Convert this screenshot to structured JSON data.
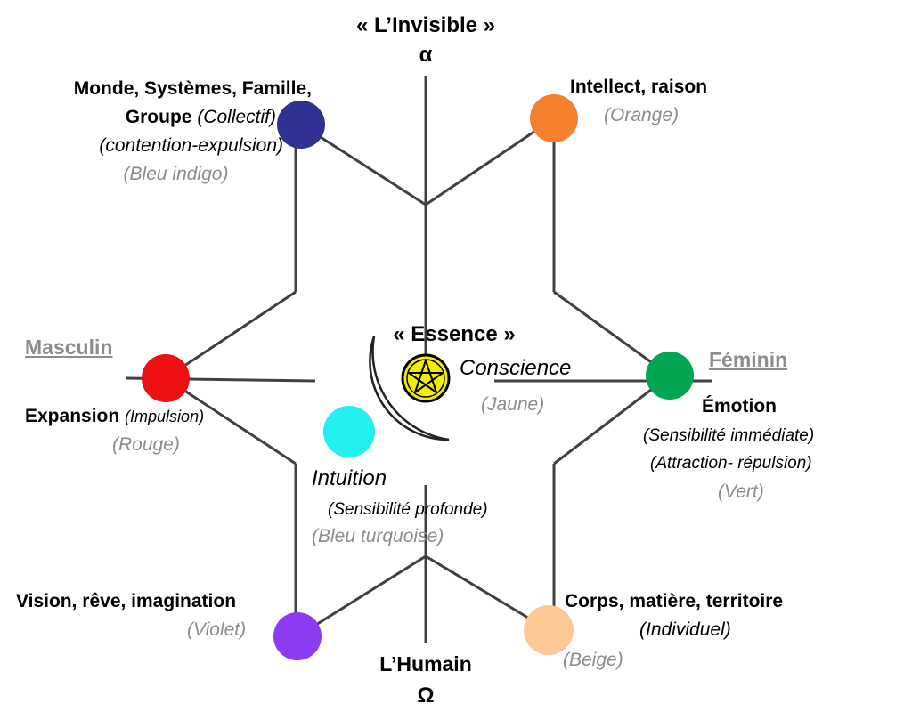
{
  "top": {
    "title": "« L’Invisible »",
    "symbol": "α"
  },
  "bottom": {
    "title": "L’Humain",
    "symbol": "Ω"
  },
  "center": {
    "title": "« Essence »"
  },
  "sides": {
    "left": "Masculin",
    "right": "Féminin"
  },
  "nodes": {
    "indigo": {
      "line1": "Monde, Systèmes, Famille,",
      "line2_bold": "Groupe",
      "line2_italic": "(Collectif)",
      "line3": "(contention-expulsion)",
      "color_label": "(Bleu indigo)",
      "color": "#2e3192"
    },
    "orange": {
      "label": "Intellect, raison",
      "color_label": "(Orange)",
      "color": "#f7802f"
    },
    "red": {
      "label": "Expansion",
      "sub": "(Impulsion)",
      "color_label": "(Rouge)",
      "color": "#ee1111"
    },
    "green": {
      "label": "Émotion",
      "sub1": "(Sensibilité immédiate)",
      "sub2": "(Attraction- répulsion)",
      "color_label": "(Vert)",
      "color": "#00a651"
    },
    "turquoise": {
      "label": "Intuition",
      "sub": "(Sensibilité profonde)",
      "color_label": "(Bleu turquoise)",
      "color": "#22f0f0"
    },
    "yellow": {
      "label": "Conscience",
      "color_label": "(Jaune)",
      "color": "#f2ee00"
    },
    "violet": {
      "label": "Vision, rêve, imagination",
      "color_label": "(Violet)",
      "color": "#8b3cf0"
    },
    "beige": {
      "label": "Corps, matière, territoire",
      "sub": "(Individuel)",
      "color_label": "(Beige)",
      "color": "#fcc995"
    }
  },
  "colors": {
    "line": "#404040",
    "grey_text": "#8c8c8c",
    "crescent": "#ffffff"
  },
  "icons": [
    "pentacle-icon",
    "crescent-moon-icon"
  ]
}
